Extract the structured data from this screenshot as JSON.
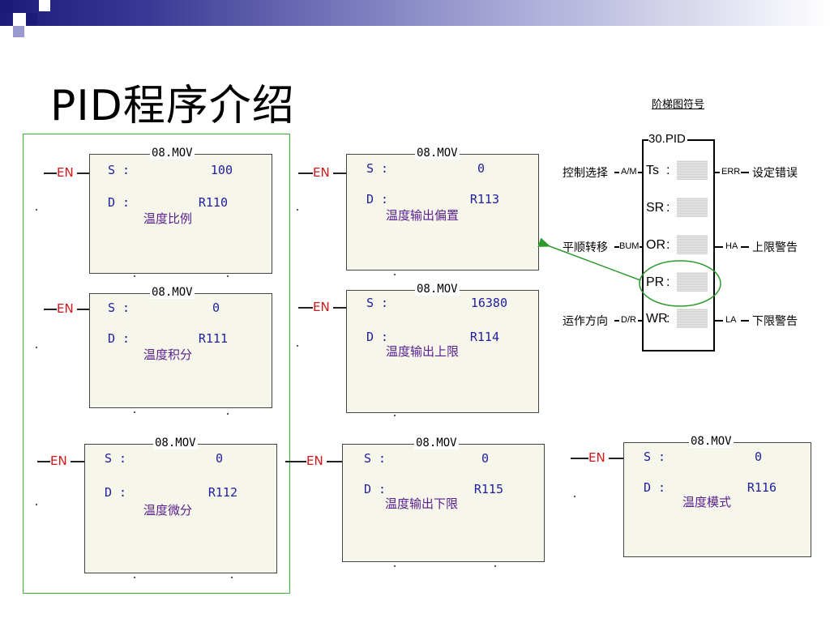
{
  "slide": {
    "title": "PID程序介绍"
  },
  "blocks": [
    {
      "op": "08.MOV",
      "en": "EN",
      "s_label": "S :",
      "s": "100",
      "d_label": "D :",
      "d": "R110",
      "desc": "温度比例"
    },
    {
      "op": "08.MOV",
      "en": "EN",
      "s_label": "S :",
      "s": "0",
      "d_label": "D :",
      "d": "R111",
      "desc": "温度积分"
    },
    {
      "op": "08.MOV",
      "en": "EN",
      "s_label": "S :",
      "s": "0",
      "d_label": "D :",
      "d": "R112",
      "desc": "温度微分"
    },
    {
      "op": "08.MOV",
      "en": "EN",
      "s_label": "S :",
      "s": "0",
      "d_label": "D :",
      "d": "R113",
      "desc": "温度输出偏置"
    },
    {
      "op": "08.MOV",
      "en": "EN",
      "s_label": "S :",
      "s": "16380",
      "d_label": "D :",
      "d": "R114",
      "desc": "温度输出上限"
    },
    {
      "op": "08.MOV",
      "en": "EN",
      "s_label": "S :",
      "s": "0",
      "d_label": "D :",
      "d": "R115",
      "desc": "温度输出下限"
    },
    {
      "op": "08.MOV",
      "en": "EN",
      "s_label": "S :",
      "s": "0",
      "d_label": "D :",
      "d": "R116",
      "desc": "温度模式"
    }
  ],
  "symbol": {
    "heading": "阶梯图符号",
    "name": "30.PID",
    "left": [
      {
        "label": "控制选择",
        "sig": "A/M",
        "pin": "Ts",
        "sep": ":"
      },
      {
        "label": "",
        "sig": "",
        "pin": "SR",
        "sep": ":"
      },
      {
        "label": "平顺转移",
        "sig": "BUM",
        "pin": "OR",
        "sep": ":"
      },
      {
        "label": "",
        "sig": "",
        "pin": "PR",
        "sep": ":"
      },
      {
        "label": "运作方向",
        "sig": "D/R",
        "pin": "WR",
        "sep": ":"
      }
    ],
    "right": [
      {
        "sig": "ERR",
        "label": "设定错误"
      },
      {
        "sig": "HA",
        "label": "上限警告"
      },
      {
        "sig": "LA",
        "label": "下限警告"
      }
    ]
  },
  "colors": {
    "accent": "#1c1c78",
    "frame": "#3cb43c",
    "en": "#d01818",
    "text": "#2020a0",
    "desc": "#5a2090"
  }
}
